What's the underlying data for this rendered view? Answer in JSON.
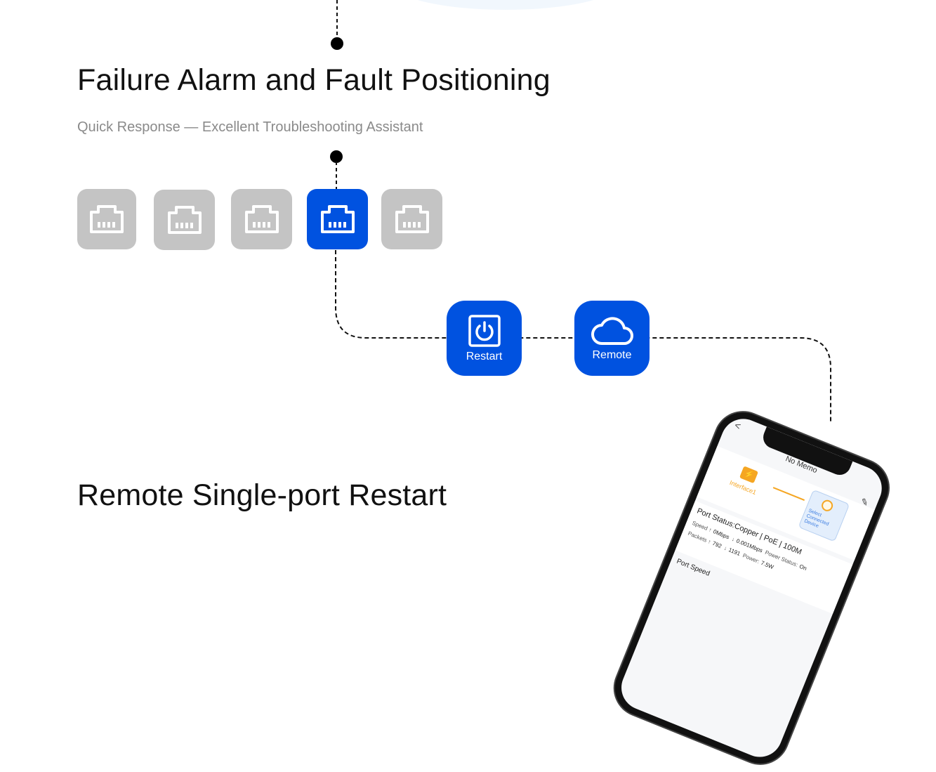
{
  "sections": {
    "fault": {
      "title": "Failure Alarm and Fault Positioning",
      "subtitle": "Quick Response — Excellent Troubleshooting Assistant"
    },
    "restart": {
      "title": "Remote Single-port Restart"
    }
  },
  "ports": {
    "count": 5,
    "active_index": 3,
    "icon": "ethernet-port-icon",
    "colors": {
      "inactive": "#c4c4c4",
      "active": "#0052e0"
    }
  },
  "actions": {
    "restart": {
      "label": "Restart",
      "icon": "power-icon"
    },
    "remote": {
      "label": "Remote",
      "icon": "cloud-icon"
    }
  },
  "phone": {
    "back": "<",
    "memo": "No Memo",
    "edit": "✎",
    "interface_label": "Interface1",
    "device_label": "Select Connected Device",
    "port_status": "Port Status:Copper | PoE | 100M",
    "speed_label": "Speed",
    "speed_up": "0Mbps",
    "speed_down": "0.001Mbps",
    "packets_label": "Packets",
    "packets_up": "792",
    "packets_down": "1191",
    "power_status_label": "Power Status:",
    "power_status": "On",
    "power_label": "Power:",
    "power": "7.5W",
    "port_speed": "Port Speed"
  },
  "colors": {
    "accent": "#0052e0",
    "subtitle": "#8a8a8a",
    "orange": "#f5a623"
  }
}
